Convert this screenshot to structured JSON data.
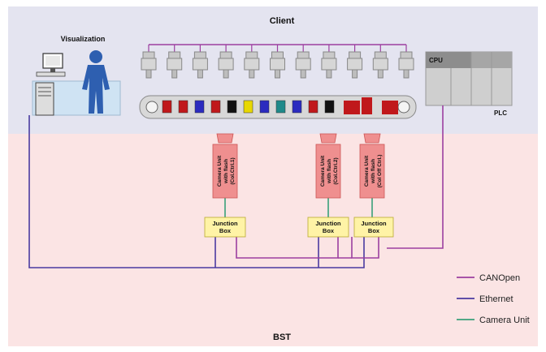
{
  "zones": {
    "client_label": "Client",
    "bst_label": "BST"
  },
  "visualization": {
    "label": "Visualization"
  },
  "plc": {
    "label": "PLC",
    "cpu_label": "CPU"
  },
  "cameras": [
    {
      "line1": "Camera Unit",
      "line2": "with flash",
      "line3": "(Col.Ctrl.1)"
    },
    {
      "line1": "Camera Unit",
      "line2": "with flash",
      "line3": "(Col.Ctrl.2)"
    },
    {
      "line1": "Camera Unit",
      "line2": "with flash",
      "line3": "(Col Off Ctrl.)"
    }
  ],
  "junction_boxes": [
    {
      "line1": "Junction",
      "line2": "Box"
    },
    {
      "line1": "Junction",
      "line2": "Box"
    },
    {
      "line1": "Junction",
      "line2": "Box"
    }
  ],
  "legend": [
    {
      "label": "CANOpen",
      "color": "#9c3fa0"
    },
    {
      "label": "Ethernet",
      "color": "#4a3aa0"
    },
    {
      "label": "Camera Unit",
      "color": "#3aa07a"
    }
  ],
  "colors": {
    "client_zone": "#e4e4f0",
    "bst_zone": "#fbe4e4",
    "camera_fill": "#ef8f8f",
    "junction_fill": "#fff3a6"
  }
}
